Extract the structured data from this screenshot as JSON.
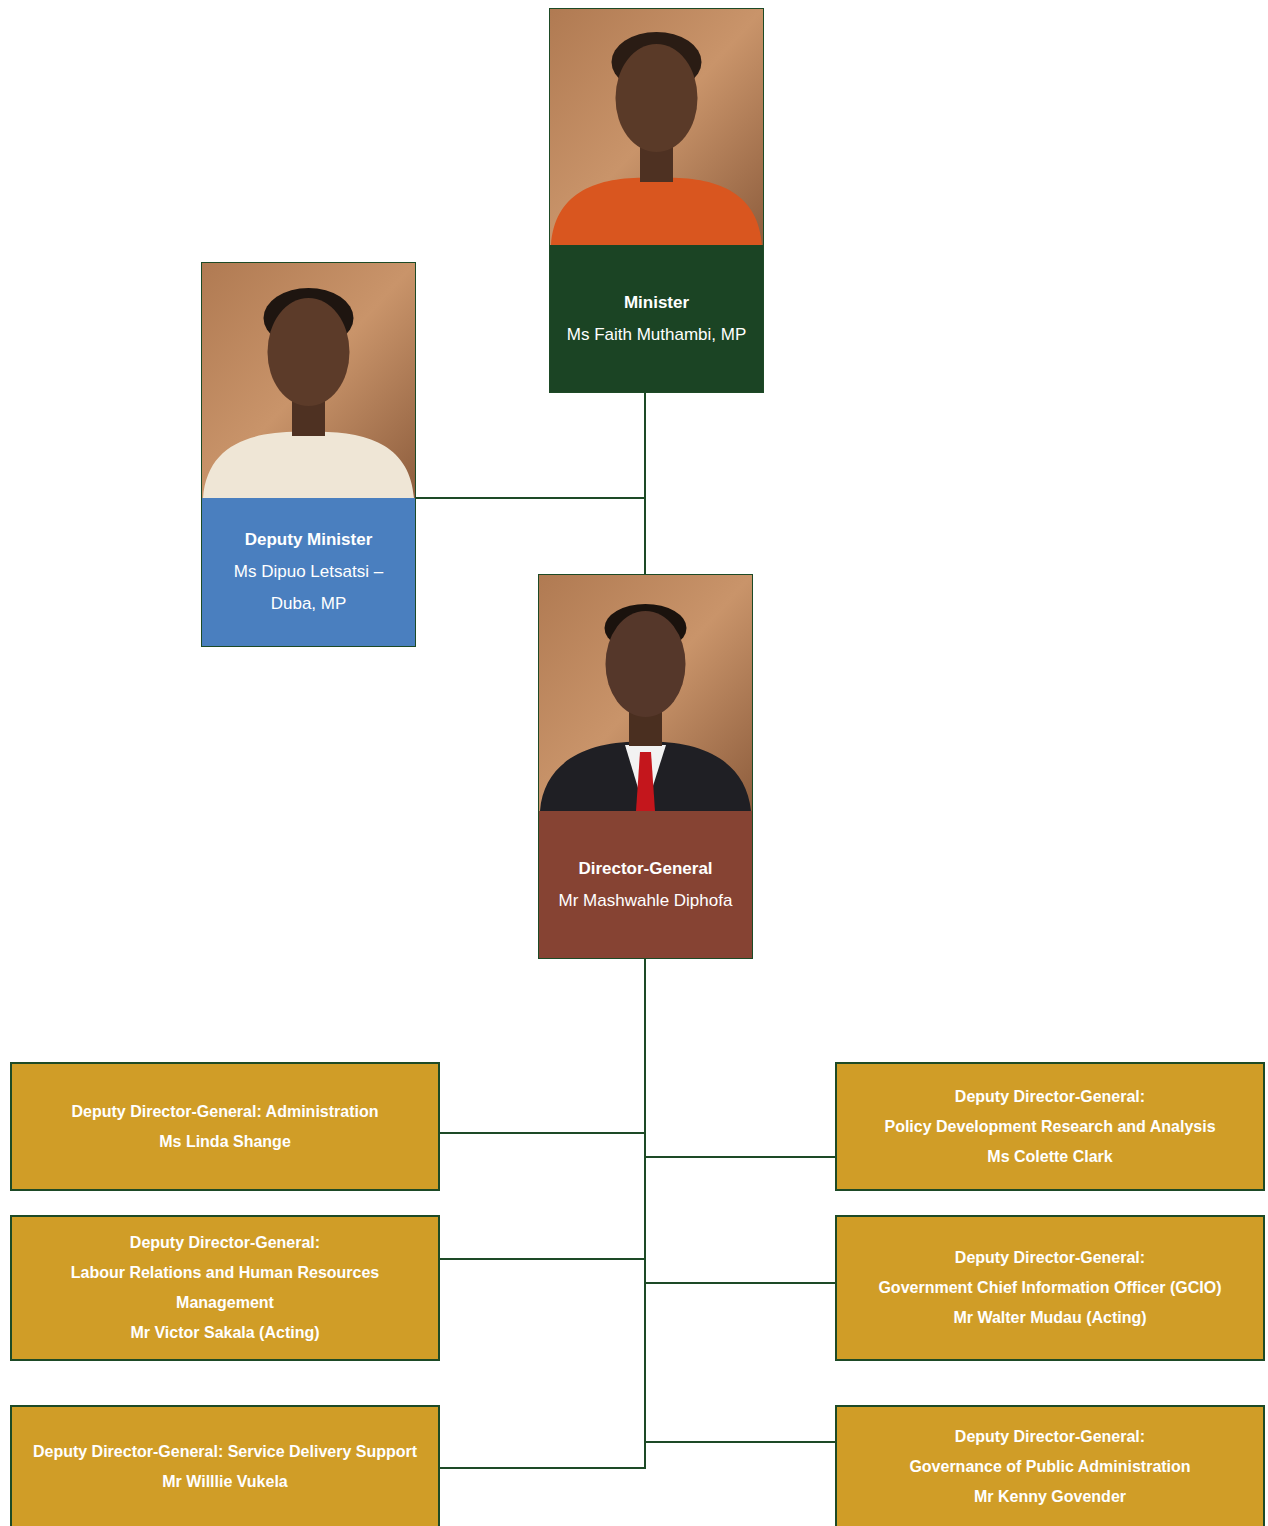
{
  "diagram": {
    "nodes": [
      {
        "text": [
          "Minister",
          "Ms Faith Muthambi, MP"
        ]
      },
      {
        "text": [
          "Deputy Minister",
          "Ms Dipuo Letsatsi – Duba, MP"
        ]
      },
      {
        "text": [
          "Director-General",
          "Mr Mashwahle Diphofa"
        ]
      },
      {
        "text": [
          "Deputy Director-General: Administration",
          "Ms Linda Shange"
        ]
      },
      {
        "text": [
          "Deputy Director-General:",
          "Policy Development Research and Analysis",
          "Ms Colette Clark"
        ]
      },
      {
        "text": [
          "Deputy Director-General:",
          "Labour Relations and Human Resources Management",
          "Mr Victor Sakala (Acting)"
        ]
      },
      {
        "text": [
          "Deputy Director-General:",
          "Government Chief Information Officer (GCIO)",
          "Mr Walter Mudau (Acting)"
        ]
      },
      {
        "text": [
          "Deputy Director-General: Service Delivery Support",
          "Mr Willlie Vukela"
        ]
      },
      {
        "text": [
          "Deputy Director-General:",
          "Governance of Public Administration",
          "Mr Kenny Govender"
        ]
      }
    ],
    "edges": [
      {
        "from": 0,
        "to": 1,
        "arrow": "none"
      },
      {
        "from": 0,
        "to": 2,
        "arrow": "none"
      },
      {
        "from": 2,
        "to": 3,
        "arrow": "none"
      },
      {
        "from": 2,
        "to": 4,
        "arrow": "none"
      },
      {
        "from": 2,
        "to": 5,
        "arrow": "none"
      },
      {
        "from": 2,
        "to": 6,
        "arrow": "none"
      },
      {
        "from": 2,
        "to": 7,
        "arrow": "none"
      },
      {
        "from": 2,
        "to": 8,
        "arrow": "none"
      }
    ]
  }
}
